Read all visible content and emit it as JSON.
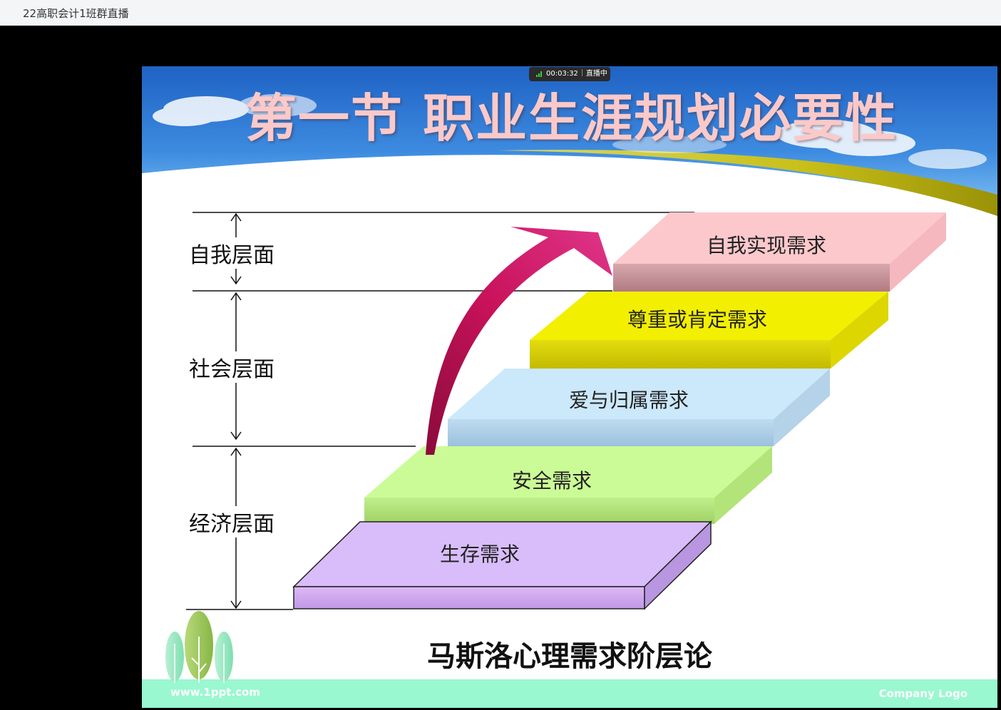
{
  "window": {
    "title": "22高职会计1班群直播"
  },
  "live_badge": {
    "elapsed": "00:03:32",
    "status": "直播中"
  },
  "slide": {
    "title": "第一节  职业生涯规划必要性",
    "layers": [
      {
        "label": "自我层面"
      },
      {
        "label": "社会层面"
      },
      {
        "label": "经济层面"
      }
    ],
    "steps": [
      {
        "label": "自我实现需求",
        "color": "#fcc8cc"
      },
      {
        "label": "尊重或肯定需求",
        "color": "#f3ef00"
      },
      {
        "label": "爱与归属需求",
        "color": "#cce8fb"
      },
      {
        "label": "安全需求",
        "color": "#cbfb96"
      },
      {
        "label": "生存需求",
        "color": "#d9bdfa"
      }
    ],
    "caption": "马斯洛心理需求阶层论",
    "footer_left": "www.1ppt.com",
    "footer_right": "Company Logo"
  },
  "colors": {
    "arrow": "#c8125a",
    "sky": "#2a74cc",
    "footer_band": "#99f8cf"
  }
}
